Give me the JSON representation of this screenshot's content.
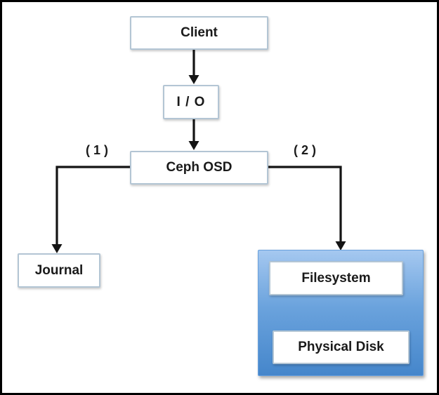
{
  "diagram": {
    "title_implicit": "Ceph OSD write path diagram",
    "nodes": {
      "client": {
        "label": "Client"
      },
      "io": {
        "label": "I / O"
      },
      "ceph_osd": {
        "label": "Ceph OSD"
      },
      "journal": {
        "label": "Journal"
      },
      "filesystem": {
        "label": "Filesystem"
      },
      "physical_disk": {
        "label": "Physical Disk"
      }
    },
    "edge_labels": {
      "journal_branch": "( 1 )",
      "filesystem_branch": "( 2 )"
    },
    "colors": {
      "connector": "#141414",
      "node_border": "#b3c5d4",
      "node_fill": "#ffffff",
      "group_gradient_top": "#a5c8f0",
      "group_gradient_bottom": "#4586cb",
      "page_border": "#000000"
    }
  }
}
